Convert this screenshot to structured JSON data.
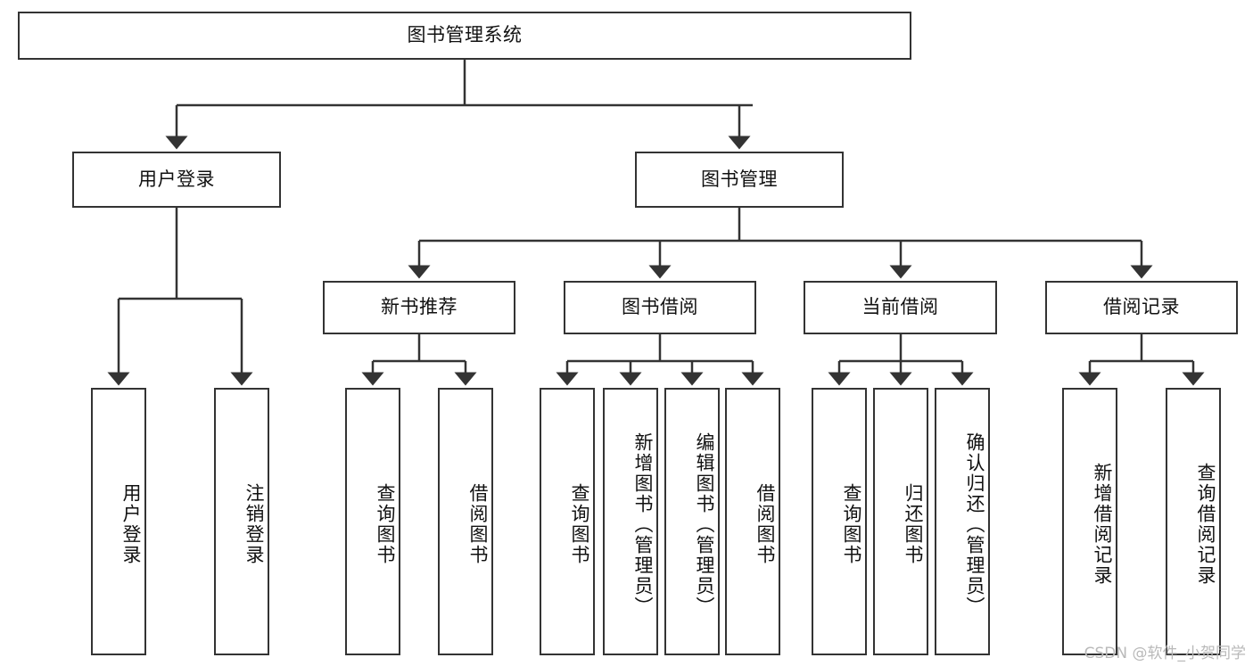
{
  "diagram": {
    "title": "图书管理系统",
    "colors": {
      "box_border": "#333333",
      "box_fill": "#ffffff",
      "connector": "#333333",
      "text": "#111111",
      "watermark": "#b9b9b9",
      "background": "#ffffff"
    },
    "root": {
      "label": "图书管理系统"
    },
    "level2": [
      {
        "label": "用户登录"
      },
      {
        "label": "图书管理"
      }
    ],
    "level3": [
      {
        "label": "新书推荐"
      },
      {
        "label": "图书借阅"
      },
      {
        "label": "当前借阅"
      },
      {
        "label": "借阅记录"
      }
    ],
    "leaves": {
      "user_login": [
        {
          "label": "用户登录"
        },
        {
          "label": "注销登录"
        }
      ],
      "new_book_recommend": [
        {
          "label": "查询图书"
        },
        {
          "label": "借阅图书"
        }
      ],
      "book_borrow": [
        {
          "label": "查询图书"
        },
        {
          "label": "新增图书（管理员）"
        },
        {
          "label": "编辑图书（管理员）"
        },
        {
          "label": "借阅图书"
        }
      ],
      "current_borrow": [
        {
          "label": "查询图书"
        },
        {
          "label": "归还图书"
        },
        {
          "label": "确认归还（管理员）"
        }
      ],
      "borrow_record": [
        {
          "label": "新增借阅记录"
        },
        {
          "label": "查询借阅记录"
        }
      ]
    }
  },
  "watermark": {
    "text": "CSDN @软件_小贺同学"
  }
}
